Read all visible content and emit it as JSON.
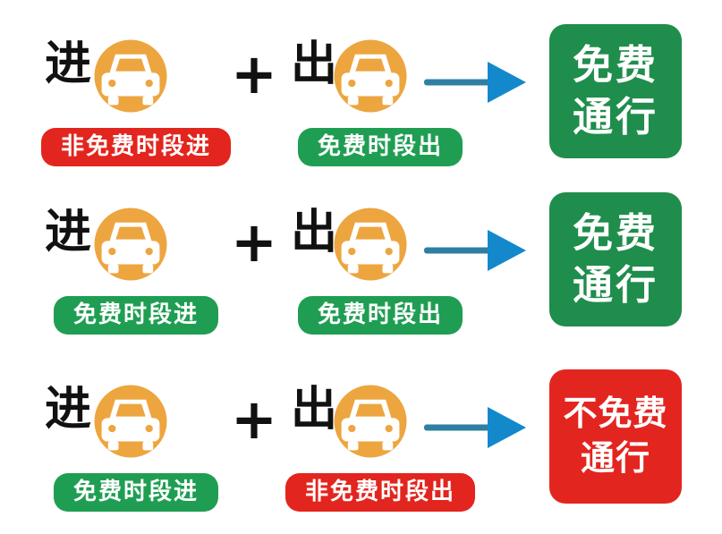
{
  "colors": {
    "background": "#ffffff",
    "car_circle_orange": "#eda53f",
    "free_tag_green": "#1f9e53",
    "non_free_tag_red": "#e2251e",
    "result_free_green": "#1f8d4c",
    "result_non_free_red": "#e32520",
    "arrow_shaft_blue": "#2e7fa3",
    "arrow_head_blue": "#1389cb",
    "dir_text_black": "#111111",
    "label_text_white": "#ffffff"
  },
  "icons": {
    "car": "car-front-icon",
    "arrow": "arrow-right-icon"
  },
  "symbols": {
    "plus": "+"
  },
  "rows": [
    {
      "enter_char": "进",
      "enter_tag": {
        "text": "非免费时段进",
        "type": "red"
      },
      "exit_char": "出",
      "exit_tag": {
        "text": "免费时段出",
        "type": "green"
      },
      "result": {
        "line1": "免费",
        "line2": "通行",
        "type": "green"
      }
    },
    {
      "enter_char": "进",
      "enter_tag": {
        "text": "免费时段进",
        "type": "green"
      },
      "exit_char": "出",
      "exit_tag": {
        "text": "免费时段出",
        "type": "green"
      },
      "result": {
        "line1": "免费",
        "line2": "通行",
        "type": "green"
      }
    },
    {
      "enter_char": "进",
      "enter_tag": {
        "text": "免费时段进",
        "type": "green"
      },
      "exit_char": "出",
      "exit_tag": {
        "text": "非免费时段出",
        "type": "red"
      },
      "result": {
        "line1": "不免费",
        "line2": "通行",
        "type": "red"
      }
    }
  ]
}
